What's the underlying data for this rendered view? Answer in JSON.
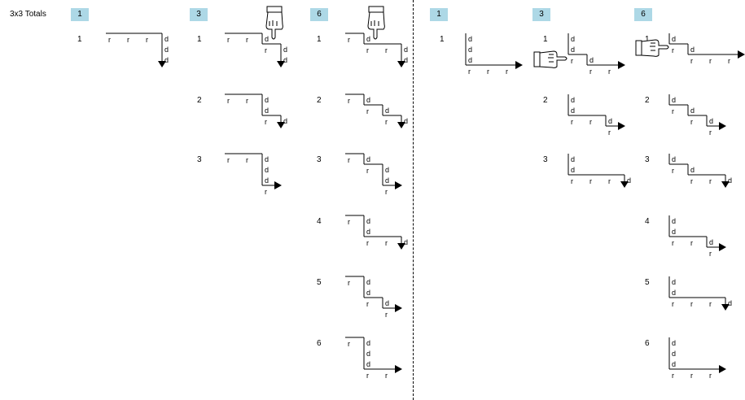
{
  "title": "3x3 Totals",
  "labels": {
    "right": "r",
    "down": "d"
  },
  "columns": [
    {
      "id": "c1",
      "badge": "1",
      "paths": [
        {
          "num": "1",
          "moves": "rrrddd"
        }
      ]
    },
    {
      "id": "c2",
      "badge": "3",
      "paths": [
        {
          "num": "1",
          "moves": "rrdrdd"
        },
        {
          "num": "2",
          "moves": "rrddrd"
        },
        {
          "num": "3",
          "moves": "rrdddr"
        }
      ]
    },
    {
      "id": "c3",
      "badge": "6",
      "paths": [
        {
          "num": "1",
          "moves": "rdrrdd"
        },
        {
          "num": "2",
          "moves": "rdrdrd"
        },
        {
          "num": "3",
          "moves": "rdrddr"
        },
        {
          "num": "4",
          "moves": "rddrrd"
        },
        {
          "num": "5",
          "moves": "rddrdr"
        },
        {
          "num": "6",
          "moves": "rdddrr"
        }
      ]
    },
    {
      "id": "c4",
      "badge": "1",
      "paths": [
        {
          "num": "1",
          "moves": "dddrrr"
        }
      ]
    },
    {
      "id": "c5",
      "badge": "3",
      "paths": [
        {
          "num": "1",
          "moves": "ddrdrr"
        },
        {
          "num": "2",
          "moves": "ddrrdr"
        },
        {
          "num": "3",
          "moves": "ddrrrd"
        }
      ]
    },
    {
      "id": "c6",
      "badge": "6",
      "paths": [
        {
          "num": "1",
          "moves": "drdrrr"
        },
        {
          "num": "2",
          "moves": "drdrdr"
        },
        {
          "num": "3",
          "moves": "drdrrd"
        },
        {
          "num": "4",
          "moves": "ddrrdr"
        },
        {
          "num": "5",
          "moves": "ddrrrd"
        },
        {
          "num": "6",
          "moves": "dddrrr"
        }
      ]
    }
  ],
  "icons": {
    "hand_down": "pointing-down-hand-icon",
    "hand_right": "pointing-right-hand-icon"
  }
}
